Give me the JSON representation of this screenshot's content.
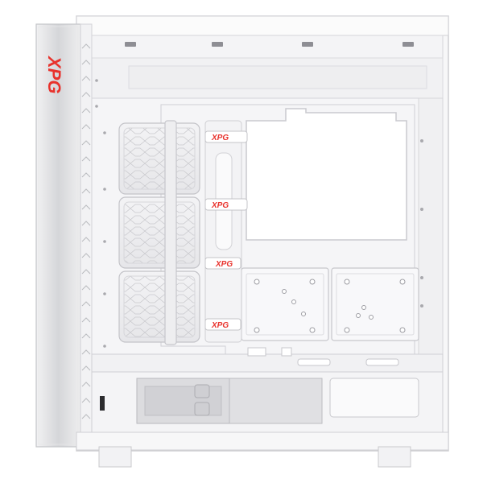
{
  "product": {
    "brand_logo_text": "XPG",
    "strap_labels": [
      "XPG",
      "XPG",
      "XPG",
      "XPG"
    ]
  },
  "colors": {
    "brand_red": "#e8322c",
    "case_white": "#f7f7f8",
    "panel_gray": "#e9e9eb",
    "edge_gray": "#c9c9cd",
    "silver": "#d9dadd"
  },
  "icons": [
    "xpg-logo-icon"
  ]
}
